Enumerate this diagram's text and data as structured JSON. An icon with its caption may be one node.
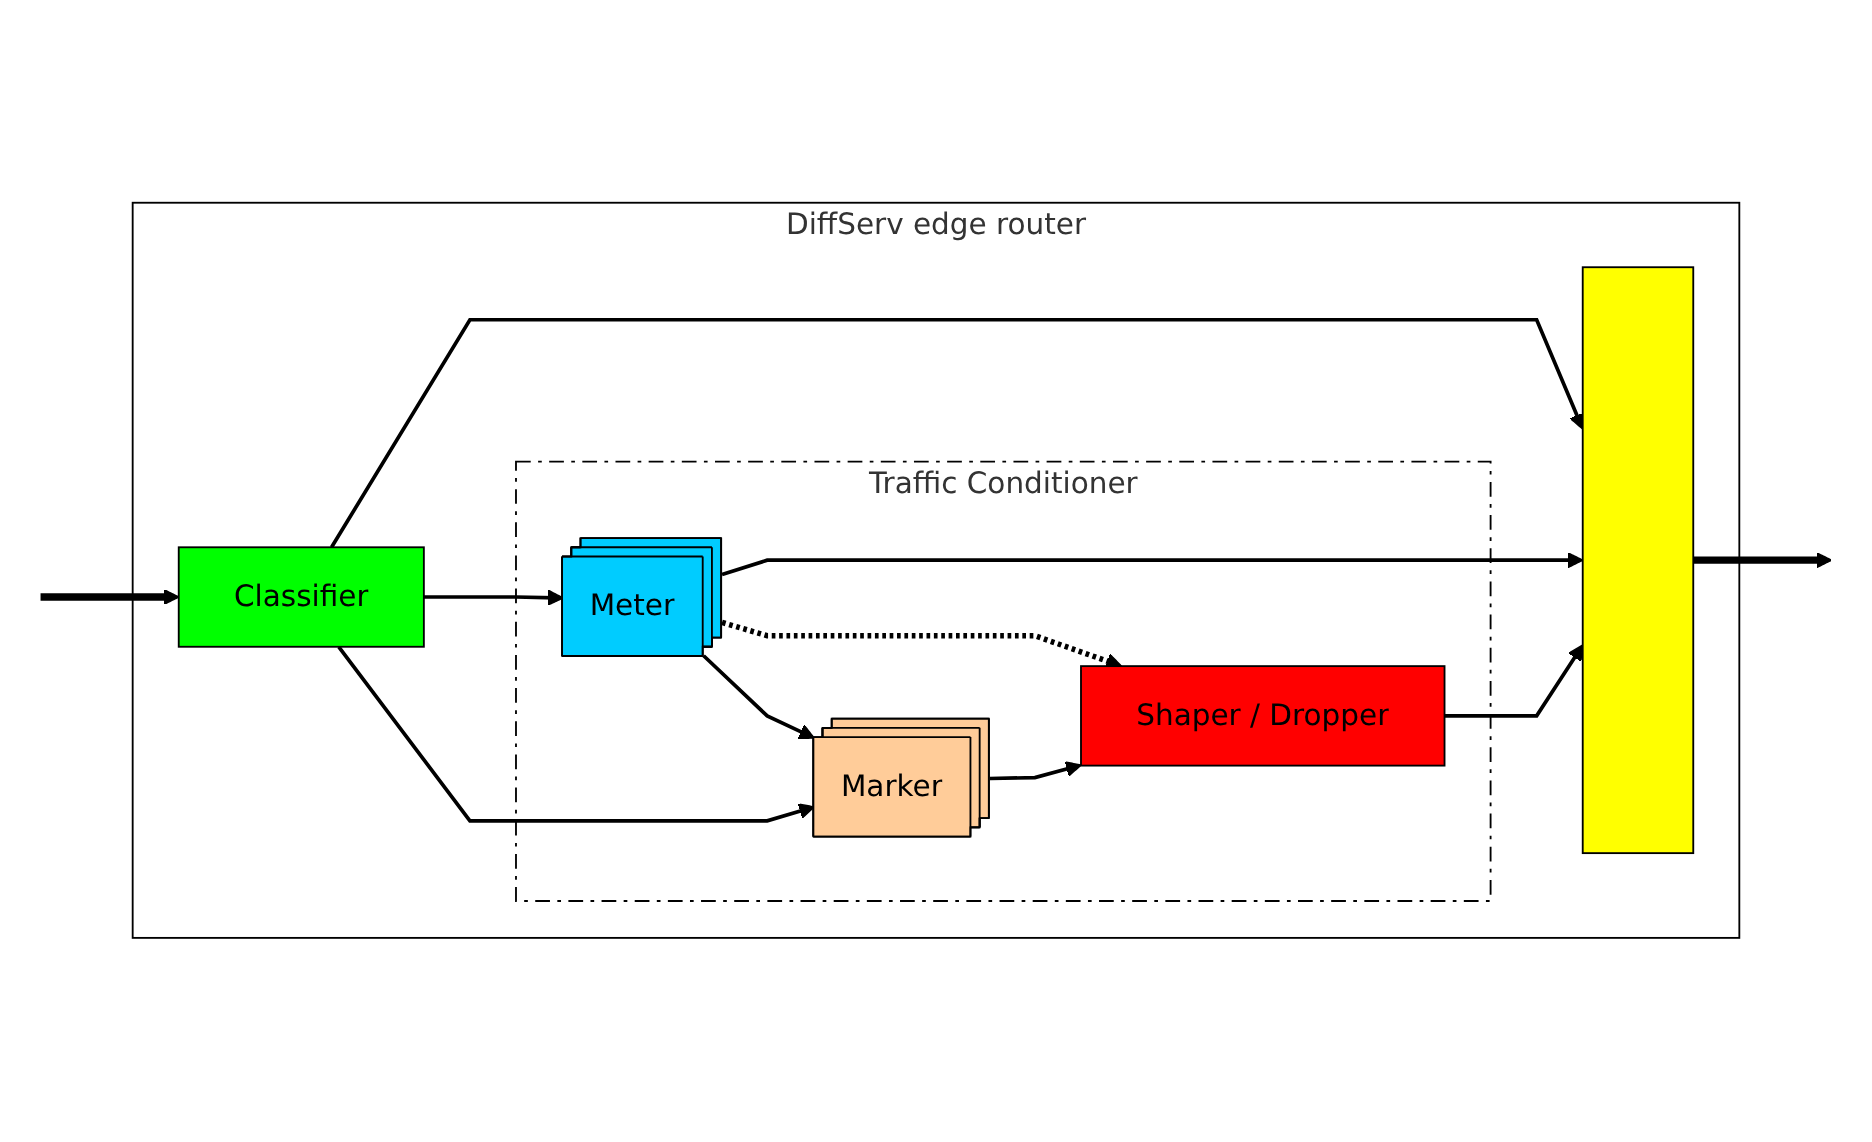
{
  "diagram": {
    "nodes": [
      {
        "text": [
          "DiffServ edge router"
        ]
      },
      {
        "text": [
          "Traffic Conditioner"
        ],
        "in": 0
      },
      {
        "text": [
          "Classifier"
        ],
        "in": 0
      },
      {
        "text": [
          "Meter"
        ],
        "in": 1
      },
      {
        "text": [
          "Marker"
        ],
        "in": 1
      },
      {
        "text": [
          "Shaper / Dropper"
        ],
        "in": 1
      },
      {
        "text": [],
        "shape": "bar",
        "in": 0
      }
    ],
    "edges": [
      {
        "from": null,
        "to": 2,
        "arrow": "to",
        "style": "thick"
      },
      {
        "from": 2,
        "to": 6,
        "arrow": "to"
      },
      {
        "from": 2,
        "to": 3,
        "arrow": "to"
      },
      {
        "from": 2,
        "to": 4,
        "arrow": "to"
      },
      {
        "from": 3,
        "to": 6,
        "arrow": "to"
      },
      {
        "from": 3,
        "to": 5,
        "arrow": "to",
        "style": "dashed"
      },
      {
        "from": 3,
        "to": 4,
        "arrow": "to"
      },
      {
        "from": 4,
        "to": 5,
        "arrow": "to"
      },
      {
        "from": 5,
        "to": 6,
        "arrow": "to"
      },
      {
        "from": 6,
        "to": null,
        "arrow": "to",
        "style": "thick"
      }
    ]
  }
}
